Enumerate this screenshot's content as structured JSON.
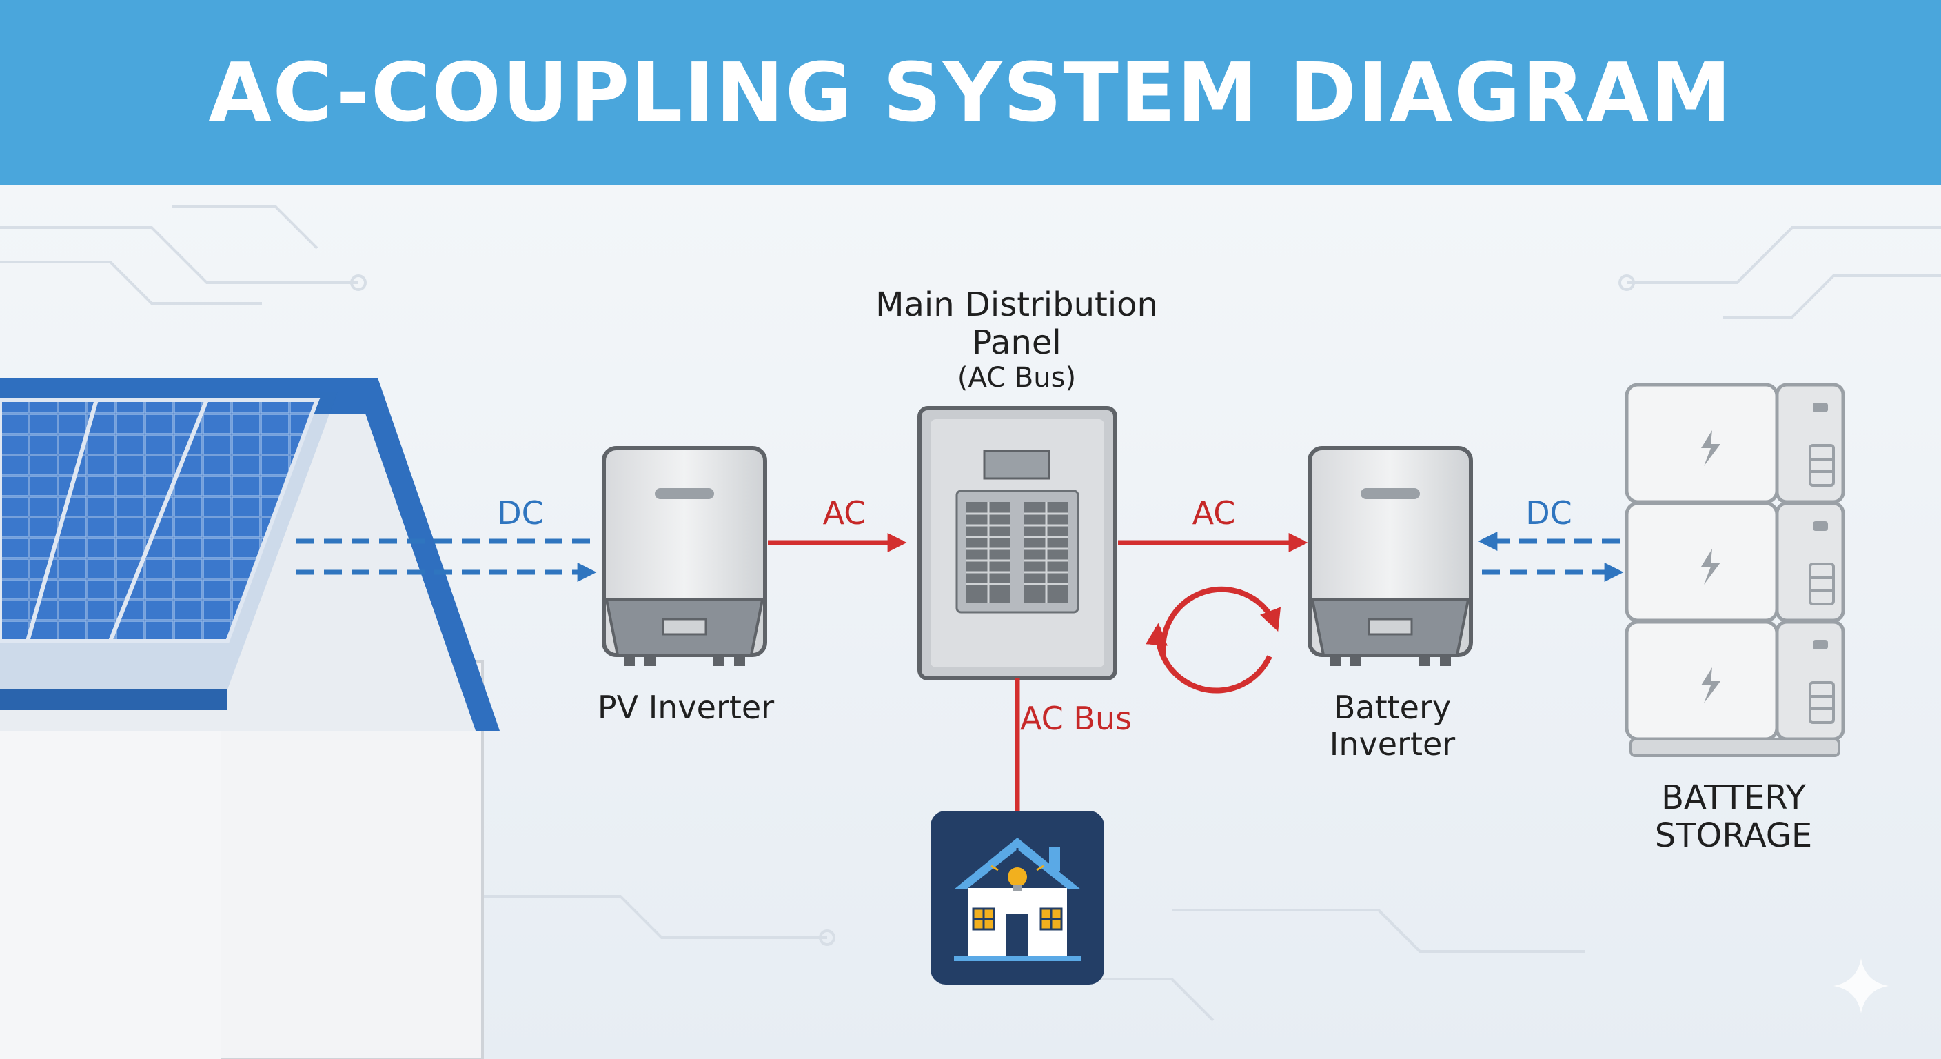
{
  "title": "AC-COUPLING SYSTEM DIAGRAM",
  "labels": {
    "panel_line1": "Main Distribution",
    "panel_line2": "Panel",
    "panel_line3": "(AC Bus)",
    "pv_inverter": "PV Inverter",
    "battery_inverter_line1": "Battery",
    "battery_inverter_line2": "Inverter",
    "battery_storage_line1": "BATTERY",
    "battery_storage_line2": "STORAGE",
    "ac_bus": "AC Bus"
  },
  "connections": {
    "pv_dc": "DC",
    "pv_to_panel": "AC",
    "panel_to_battery_inverter": "AC",
    "battery_dc": "DC"
  },
  "colors": {
    "header": "#4aa6dc",
    "ac_line": "#d32f2f",
    "dc_line": "#2f75bf",
    "roof": "#2f6fbf",
    "home_tile": "#233e66"
  },
  "icons": {
    "solar": "solar-panel-icon",
    "home": "home-lightbulb-icon",
    "battery": "lightning-bolt-icon"
  }
}
